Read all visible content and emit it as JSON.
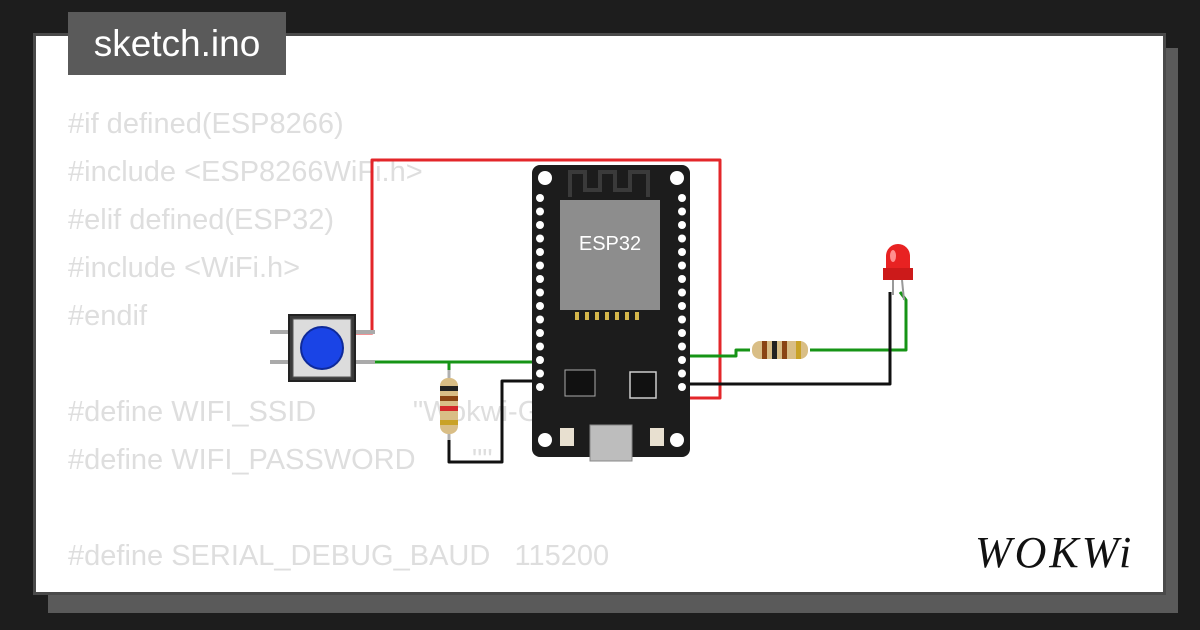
{
  "file_tab": {
    "label": "sketch.ino"
  },
  "code_lines": [
    "#if defined(ESP8266)",
    "#include <ESP8266WiFi.h>",
    "#elif defined(ESP32)",
    "#include <WiFi.h>",
    "#endif",
    "",
    "#define WIFI_SSID            \"Wokwi-GUEST\"",
    "#define WIFI_PASSWORD       \"\"",
    "",
    "#define SERIAL_DEBUG_BAUD   115200"
  ],
  "board": {
    "chip_label": "ESP32"
  },
  "logo": {
    "text": "WOKWi"
  },
  "colors": {
    "wire_red": "#e3262a",
    "wire_green": "#169416",
    "wire_black": "#111111",
    "button_cap": "#1a44e6",
    "led_red": "#e82222"
  }
}
